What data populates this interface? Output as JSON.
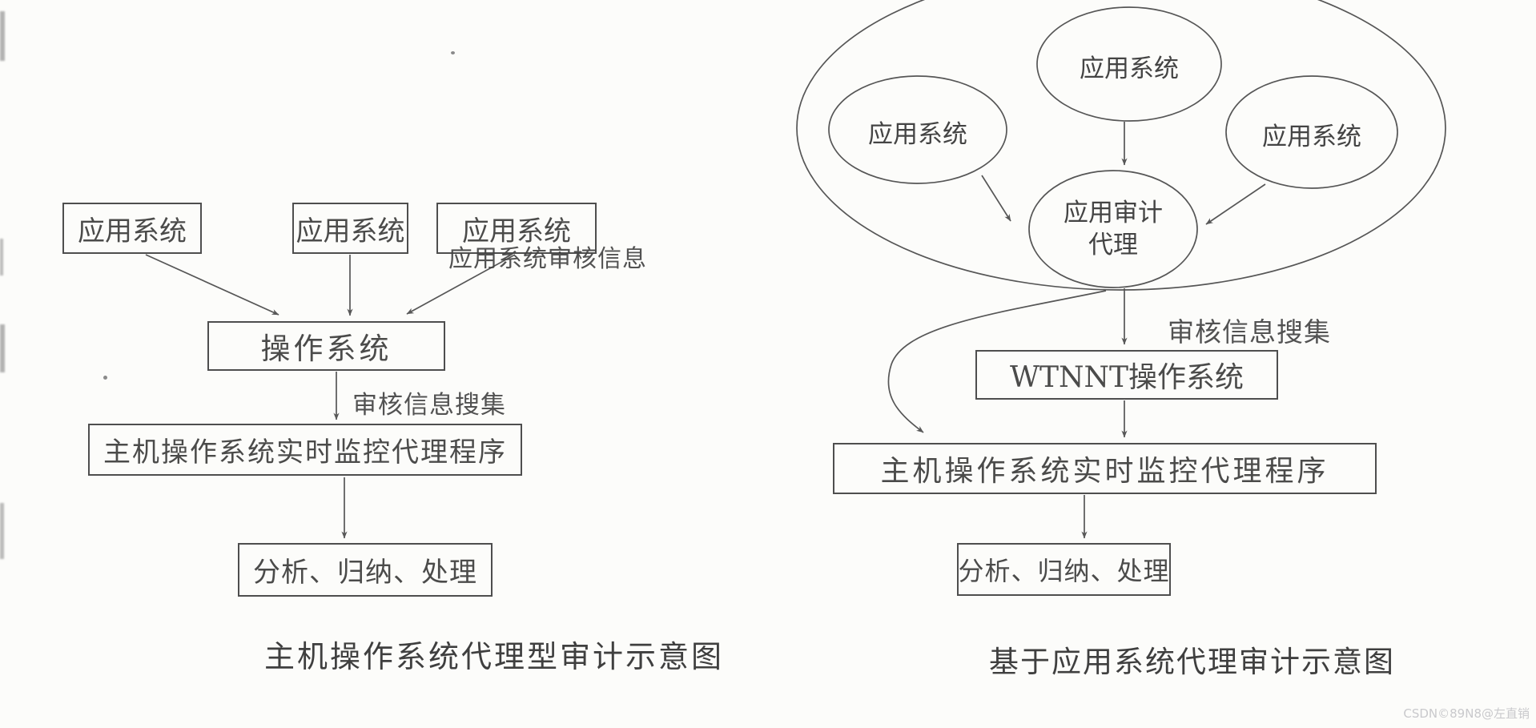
{
  "left": {
    "app1": "应用系统",
    "app2": "应用系统",
    "app3": "应用系统",
    "os": "操作系统",
    "monitor": "主机操作系统实时监控代理程序",
    "analysis": "分析、归纳、处理",
    "label_audit_info": "应用系统审核信息",
    "label_collect": "审核信息搜集",
    "caption": "主机操作系统代理型审计示意图"
  },
  "right": {
    "app1": "应用系统",
    "app2": "应用系统",
    "app3": "应用系统",
    "agent_line1": "应用审计",
    "agent_line2": "代理",
    "os": "WTNNT操作系统",
    "monitor": "主机操作系统实时监控代理程序",
    "analysis": "分析、归纳、处理",
    "label_collect": "审核信息搜集",
    "caption": "基于应用系统代理审计示意图"
  },
  "watermark": {
    "text": "CSDN©89N8@左直销"
  },
  "colors": {
    "line": "#565656",
    "border": "#4e4e4e",
    "text": "#3c3c3c",
    "background": "#fcfcfa",
    "watermark": "#c9c9cc"
  }
}
